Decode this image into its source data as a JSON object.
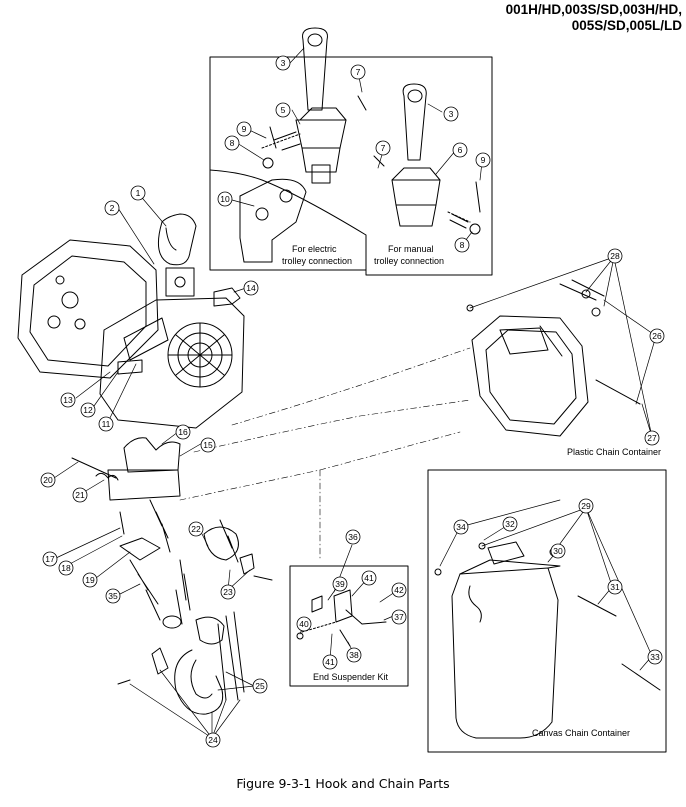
{
  "header": {
    "model_line_1": "001H/HD,003S/SD,003H/HD,",
    "model_line_2": "005S/SD,005L/LD"
  },
  "insets": {
    "electric_trolley_line_1": "For electric",
    "electric_trolley_line_2": "trolley connection",
    "manual_trolley_line_1": "For manual",
    "manual_trolley_line_2": "trolley connection",
    "end_suspender_kit": "End Suspender Kit",
    "plastic_chain_container": "Plastic Chain Container",
    "canvas_chain_container": "Canvas Chain Container"
  },
  "callouts": {
    "c1": "1",
    "c2": "2",
    "c3a": "3",
    "c3b": "3",
    "c5": "5",
    "c6": "6",
    "c7a": "7",
    "c7b": "7",
    "c8a": "8",
    "c8b": "8",
    "c9a": "9",
    "c9b": "9",
    "c10": "10",
    "c11": "11",
    "c12": "12",
    "c13": "13",
    "c14": "14",
    "c15": "15",
    "c16": "16",
    "c17": "17",
    "c18": "18",
    "c19": "19",
    "c20": "20",
    "c21": "21",
    "c22": "22",
    "c23": "23",
    "c24": "24",
    "c25": "25",
    "c26": "26",
    "c27": "27",
    "c28": "28",
    "c29": "29",
    "c30": "30",
    "c31": "31",
    "c32": "32",
    "c33": "33",
    "c34": "34",
    "c35": "35",
    "c36": "36",
    "c37": "37",
    "c38": "38",
    "c39": "39",
    "c40": "40",
    "c41a": "41",
    "c41b": "41",
    "c42": "42"
  },
  "caption": "Figure 9-3-1 Hook and Chain Parts"
}
